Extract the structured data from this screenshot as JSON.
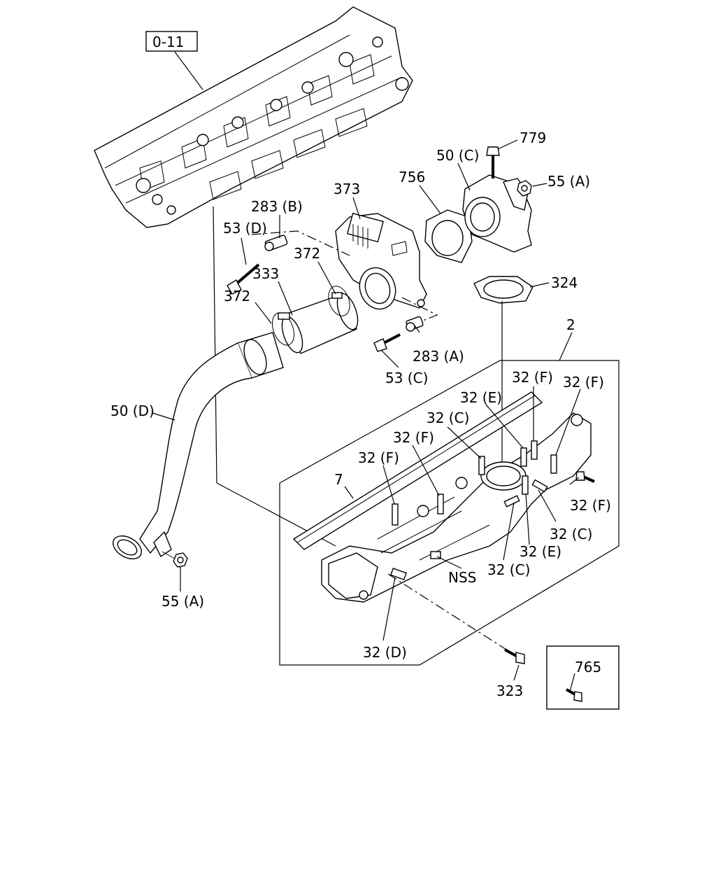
{
  "ref_box": "0-11",
  "labels": {
    "l779": "779",
    "l50c": "50 (C)",
    "l55a_top": "55 (A)",
    "l756": "756",
    "l373": "373",
    "l283b": "283 (B)",
    "l53d": "53 (D)",
    "l372_top": "372",
    "l333": "333",
    "l372_left": "372",
    "l324": "324",
    "l283a": "283 (A)",
    "l53c": "53 (C)",
    "l2": "2",
    "l32f_1": "32 (F)",
    "l32f_2": "32 (F)",
    "l32e_1": "32 (E)",
    "l32c_1": "32 (C)",
    "l32f_3": "32 (F)",
    "l32f_4": "32 (F)",
    "l50d": "50 (D)",
    "l7": "7",
    "l32f_5": "32 (F)",
    "l32c_2": "32 (C)",
    "l32e_2": "32 (E)",
    "l32c_3": "32 (C)",
    "lnss": "NSS",
    "l55a_bottom": "55 (A)",
    "l32d": "32 (D)",
    "l323": "323",
    "l765": "765"
  }
}
